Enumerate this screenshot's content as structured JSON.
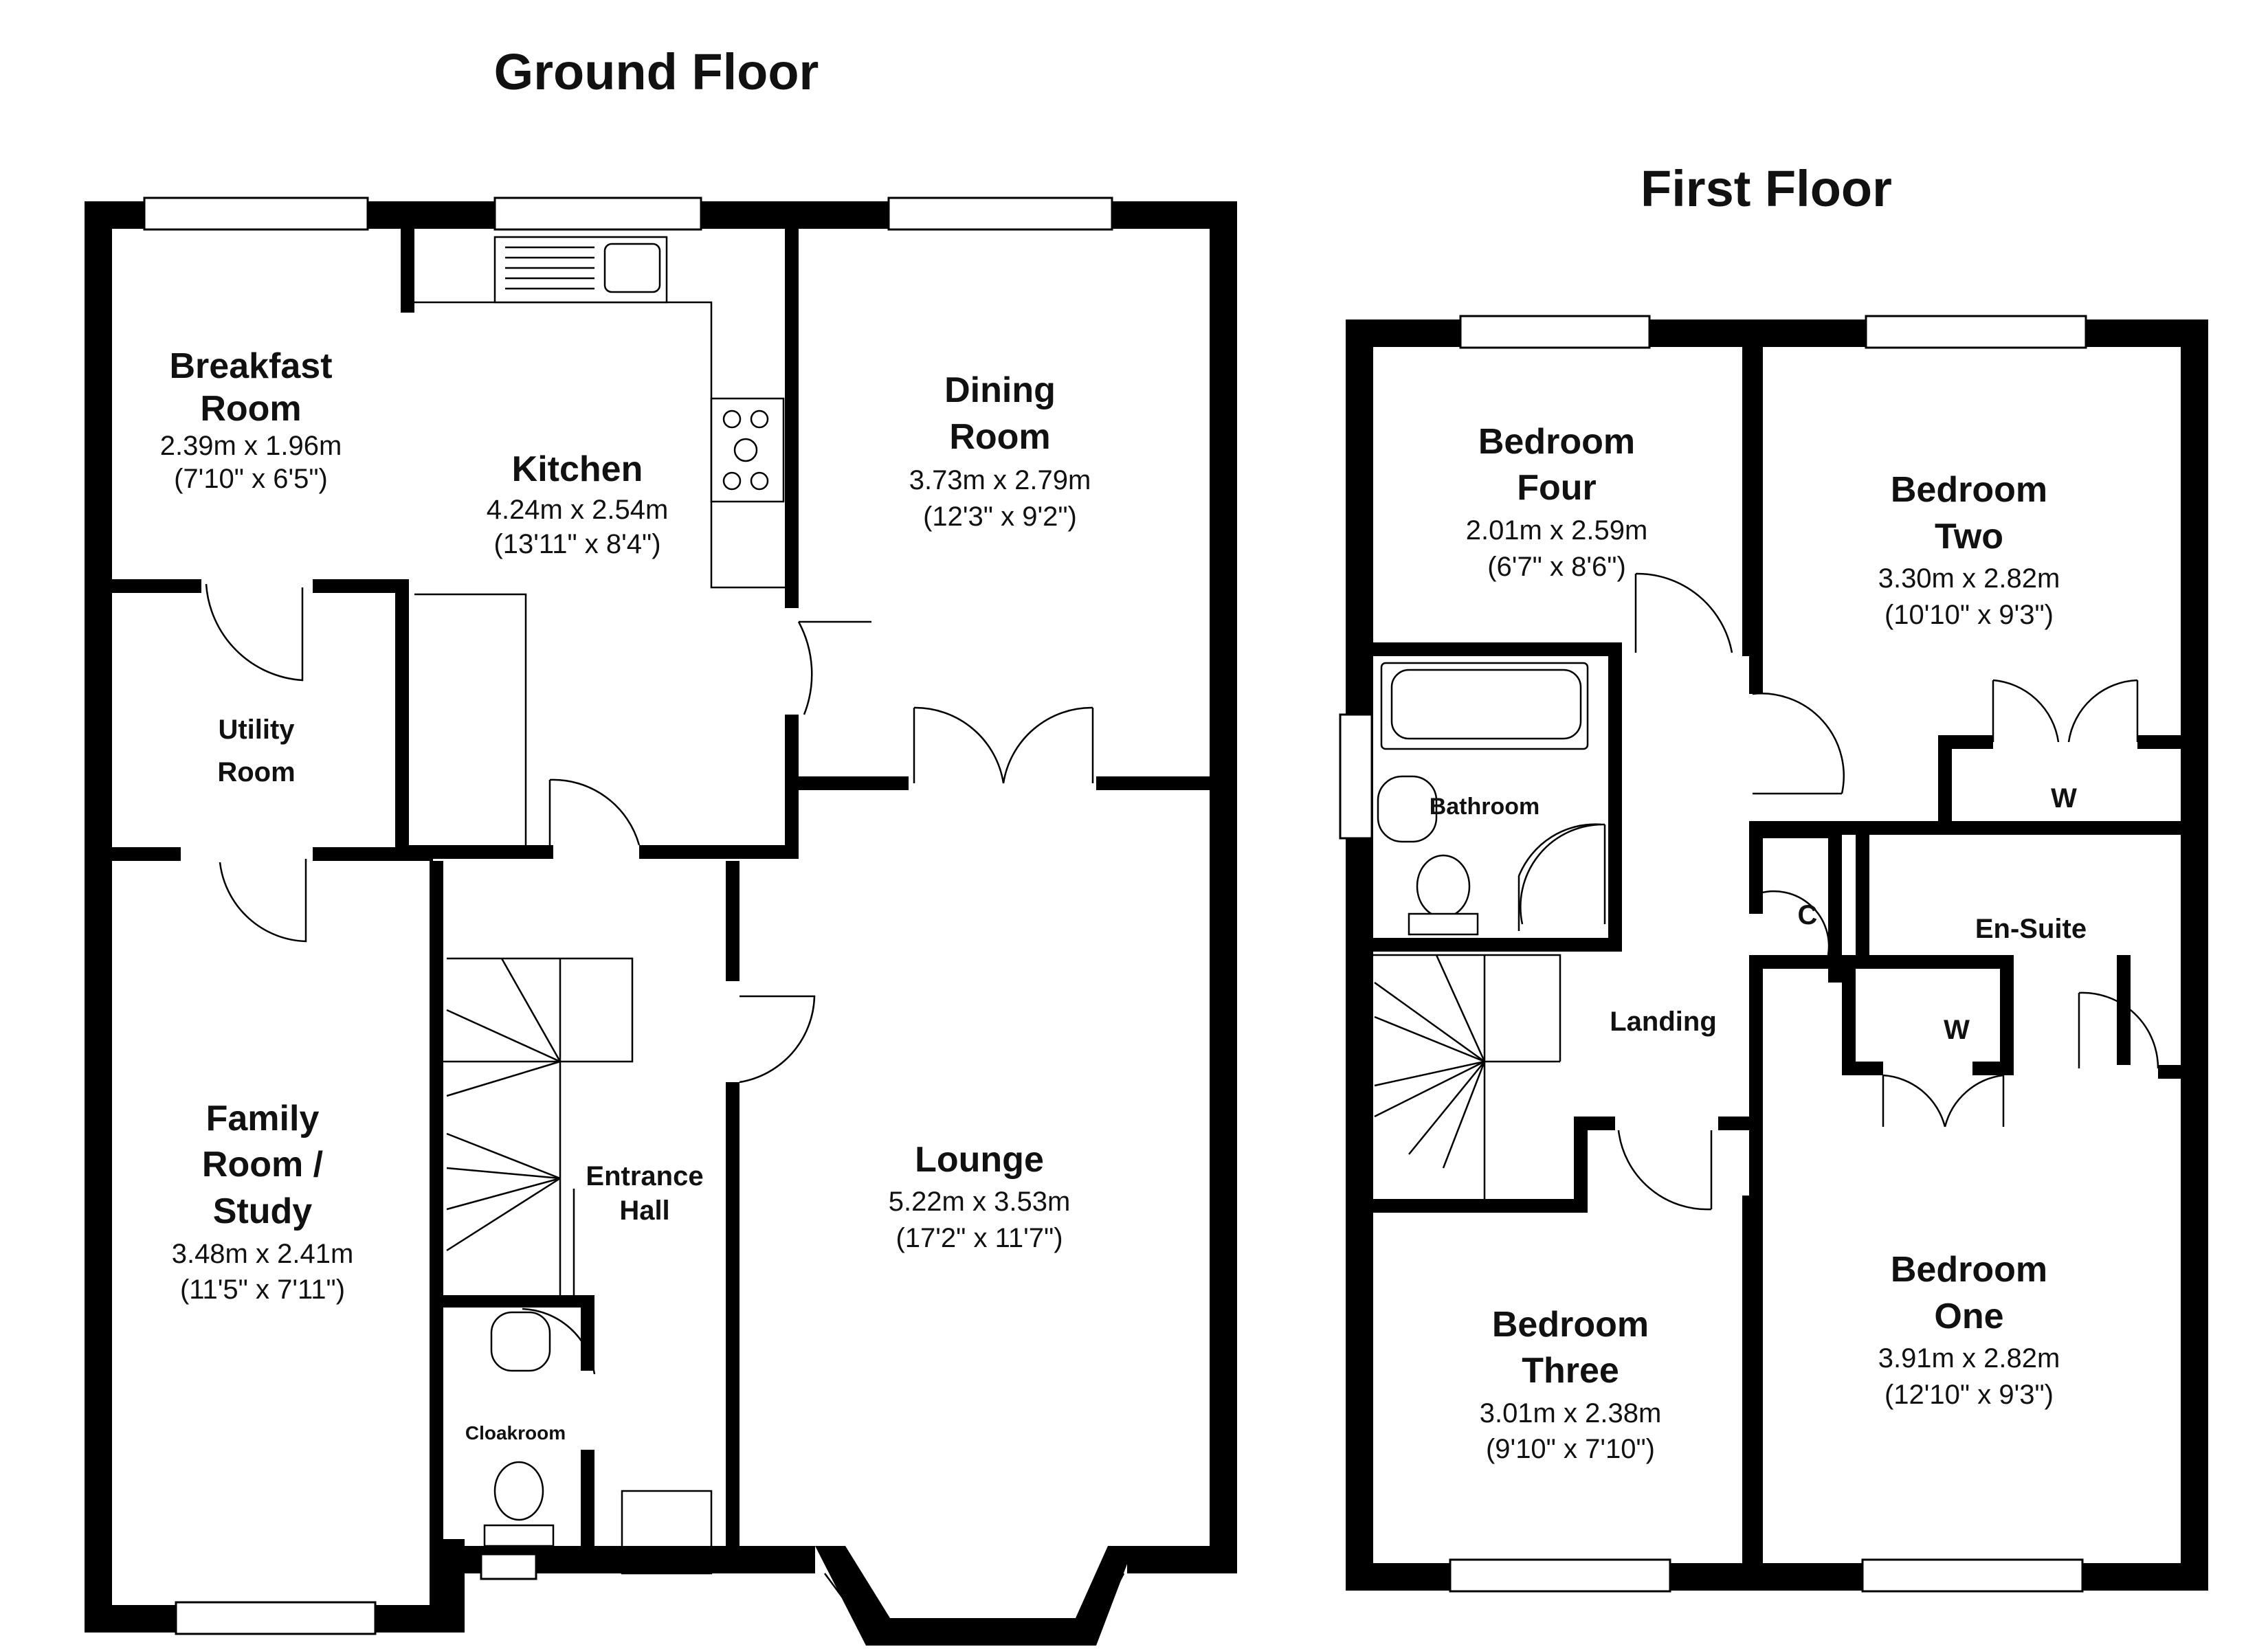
{
  "floors": {
    "ground": {
      "title": "Ground Floor",
      "rooms": {
        "breakfast": {
          "name1": "Breakfast",
          "name2": "Room",
          "metric": "2.39m x 1.96m",
          "imperial": "(7'10\" x 6'5\")"
        },
        "kitchen": {
          "name1": "Kitchen",
          "metric": "4.24m x 2.54m",
          "imperial": "(13'11\" x 8'4\")"
        },
        "dining": {
          "name1": "Dining",
          "name2": "Room",
          "metric": "3.73m x 2.79m",
          "imperial": "(12'3\" x 9'2\")"
        },
        "utility": {
          "name1": "Utility",
          "name2": "Room"
        },
        "family": {
          "name1": "Family",
          "name2": "Room /",
          "name3": "Study",
          "metric": "3.48m x 2.41m",
          "imperial": "(11'5\" x 7'11\")"
        },
        "entrance": {
          "name1": "Entrance",
          "name2": "Hall"
        },
        "lounge": {
          "name1": "Lounge",
          "metric": "5.22m x 3.53m",
          "imperial": "(17'2\" x 11'7\")"
        },
        "cloakroom": {
          "name1": "Cloakroom"
        }
      }
    },
    "first": {
      "title": "First Floor",
      "rooms": {
        "bed4": {
          "name1": "Bedroom",
          "name2": "Four",
          "metric": "2.01m x 2.59m",
          "imperial": "(6'7\" x 8'6\")"
        },
        "bed2": {
          "name1": "Bedroom",
          "name2": "Two",
          "metric": "3.30m x 2.82m",
          "imperial": "(10'10\" x 9'3\")"
        },
        "bathroom": {
          "name1": "Bathroom"
        },
        "wardrobe2": {
          "name1": "W"
        },
        "cupboard": {
          "name1": "C"
        },
        "ensuite": {
          "name1": "En-Suite"
        },
        "wardrobe1": {
          "name1": "W"
        },
        "landing": {
          "name1": "Landing"
        },
        "bed3": {
          "name1": "Bedroom",
          "name2": "Three",
          "metric": "3.01m x 2.38m",
          "imperial": "(9'10\" x 7'10\")"
        },
        "bed1": {
          "name1": "Bedroom",
          "name2": "One",
          "metric": "3.91m x 2.82m",
          "imperial": "(12'10\" x 9'3\")"
        }
      }
    }
  }
}
